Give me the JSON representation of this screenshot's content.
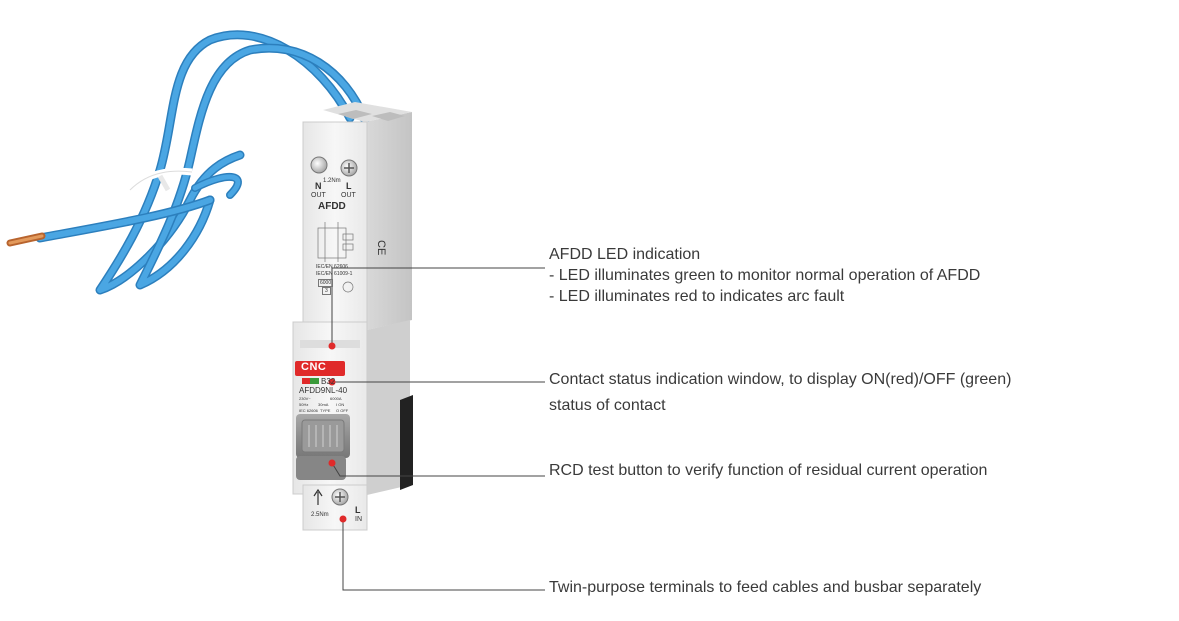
{
  "device": {
    "brand": "CNC",
    "model": "AFDD9NL-40",
    "rating": "B32",
    "type_label": "AFDD",
    "top_torque": "1.2Nm",
    "bottom_torque": "2.5Nm",
    "n_out_label": "N",
    "n_out_sub": "OUT",
    "l_out_label": "L",
    "l_out_sub": "OUT",
    "l_in_label": "L",
    "l_in_sub": "IN",
    "standard_1": "IEC/EN 62606",
    "standard_2": "IEC/EN 61009-1",
    "breaking_capacity": "6000",
    "class": "3",
    "spec_voltage": "230V~",
    "spec_capacity": "6000A",
    "spec_freq": "50Hz",
    "spec_trip": "30mA",
    "spec_std": "IEC 62606",
    "spec_type": "TYPE",
    "spec_on": "I ON",
    "spec_off": "O OFF",
    "colors": {
      "brand_red": "#e02a2a",
      "cable_blue": "#3d97d6",
      "body": "#f2f2f2",
      "leader": "#444444"
    }
  },
  "callouts": [
    {
      "lines": [
        "AFDD LED indication",
        "- LED illuminates green to monitor normal operation of AFDD",
        "- LED illuminates red to indicates arc fault"
      ]
    },
    {
      "lines": [
        "Contact status indication window, to display ON(red)/OFF (green)",
        "status of contact"
      ]
    },
    {
      "lines": [
        "RCD test button to verify function of residual current operation"
      ]
    },
    {
      "lines": [
        "Twin-purpose terminals to feed cables and busbar separately"
      ]
    }
  ]
}
